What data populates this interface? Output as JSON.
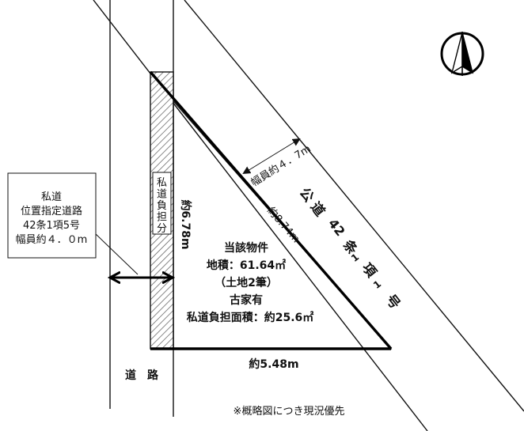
{
  "private_road_box": {
    "lines": [
      "私道",
      "位置指定道路",
      "42条1項5号",
      "幅員約４．０m"
    ]
  },
  "strip_label": [
    "私",
    "道",
    "負",
    "担",
    "分"
  ],
  "west_dim": "約6.78m",
  "hyp_dim": "約8.74m",
  "bottom_dim": "約5.48m",
  "road_width": "幅員約４．7m",
  "public_road": {
    "name": [
      "公",
      "道"
    ],
    "article": [
      "42",
      "条",
      "1",
      "項",
      "1",
      "号"
    ]
  },
  "property": {
    "title": "当該物件",
    "area": "地積：61.64㎡",
    "plots": "（土地2筆）",
    "house": "古家有",
    "burden": "私道負担面積：約25.6㎡"
  },
  "road_label": "道　路",
  "note": "※概略図につき現況優先",
  "icons": {
    "north": "north-arrow-icon"
  }
}
